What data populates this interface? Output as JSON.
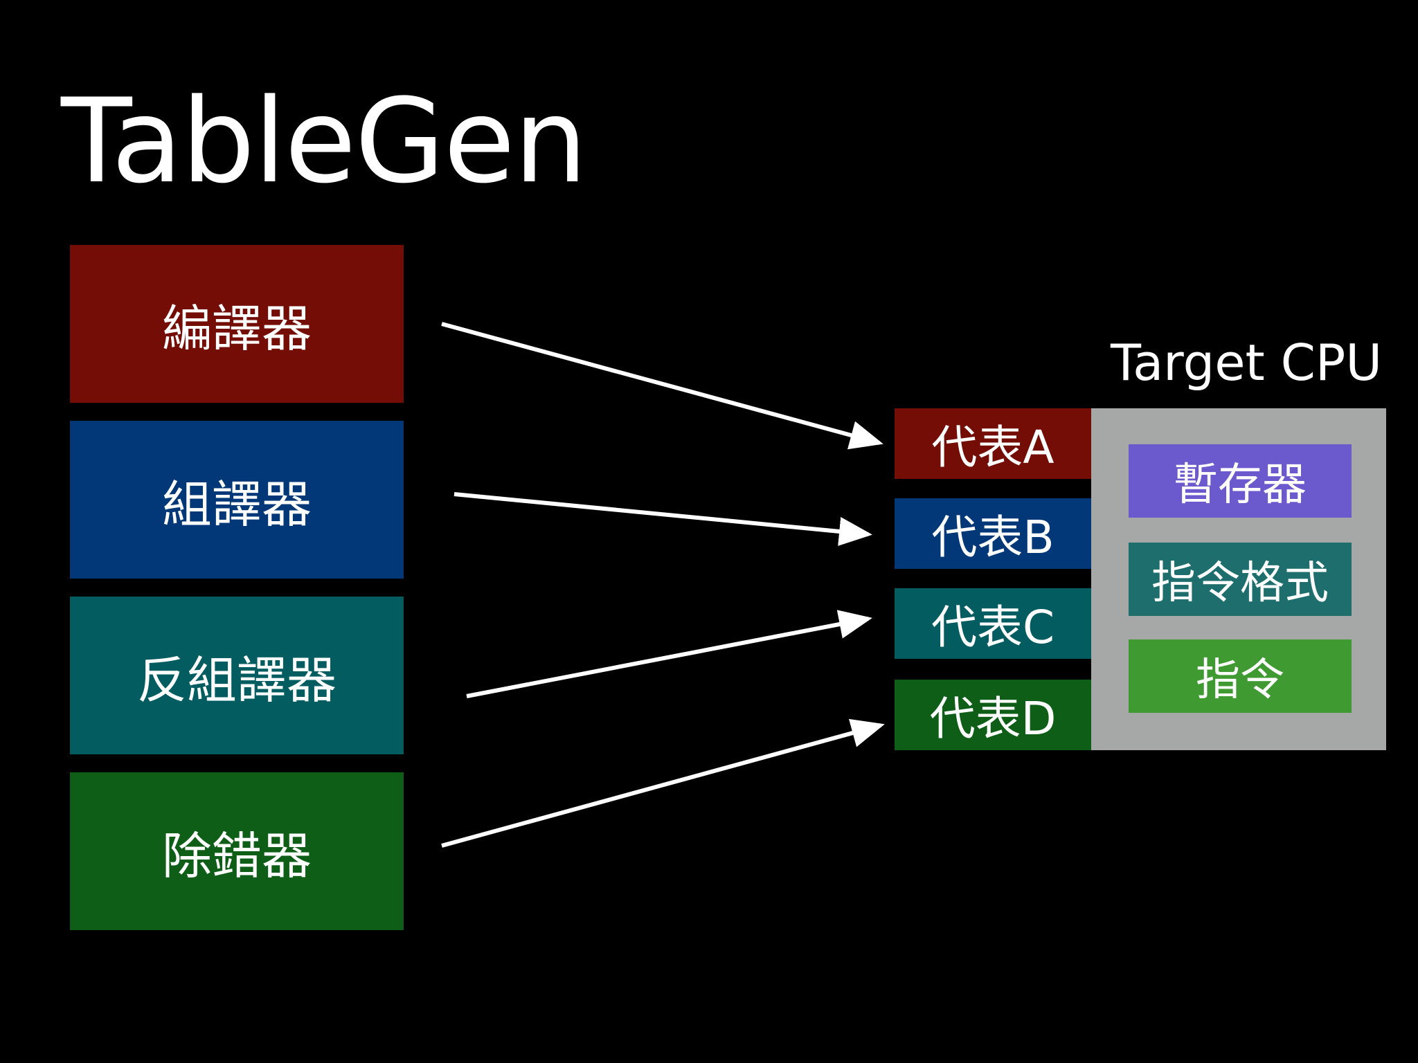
{
  "title": "TableGen",
  "left_boxes": [
    {
      "label": "編譯器",
      "color": "#730d06"
    },
    {
      "label": "組譯器",
      "color": "#033878"
    },
    {
      "label": "反組譯器",
      "color": "#035c60"
    },
    {
      "label": "除錯器",
      "color": "#0e5e18"
    }
  ],
  "target": {
    "label": "Target CPU",
    "panel_color": "#a6a8a8",
    "representations": [
      {
        "label": "代表A",
        "color": "#730d06"
      },
      {
        "label": "代表B",
        "color": "#033878"
      },
      {
        "label": "代表C",
        "color": "#035c60"
      },
      {
        "label": "代表D",
        "color": "#0e5e18"
      }
    ],
    "components": [
      {
        "label": "暫存器",
        "color": "#6a5acd"
      },
      {
        "label": "指令格式",
        "color": "#1f6e6e"
      },
      {
        "label": "指令",
        "color": "#3f9a32"
      }
    ]
  }
}
